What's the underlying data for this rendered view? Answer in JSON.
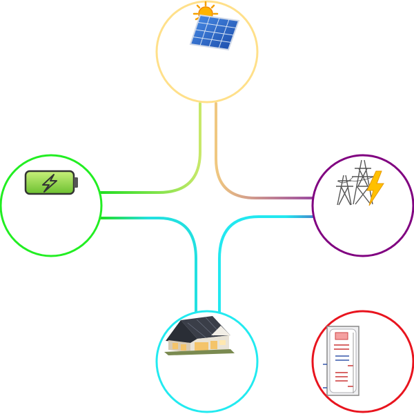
{
  "nodes": {
    "solar": {
      "icon": "solar-panel-icon",
      "ring_color": "#ffe08a"
    },
    "battery": {
      "icon": "battery-charging-icon",
      "ring_color": "#22ee22"
    },
    "grid": {
      "icon": "power-pylon-icon",
      "ring_color": "#800080"
    },
    "house": {
      "icon": "house-icon",
      "ring_color": "#22eaf0"
    },
    "water_heater": {
      "icon": "hot-water-tank-icon",
      "ring_color": "#e8141e"
    }
  },
  "flows": [
    {
      "from": "solar",
      "to": "battery",
      "colors": [
        "#c8e86a",
        "#22dd22"
      ]
    },
    {
      "from": "solar",
      "to": "house",
      "colors": [
        "#b0e6a8",
        "#6ee6cc"
      ]
    },
    {
      "from": "solar",
      "to": "grid",
      "colors": [
        "#f0c880",
        "#9a4aa0"
      ]
    },
    {
      "from": "battery",
      "to": "grid",
      "colors": [
        "#22aa22",
        "#7a2080"
      ]
    },
    {
      "from": "battery",
      "to": "house",
      "colors": [
        "#22dd22",
        "#22e0e0"
      ]
    },
    {
      "from": "grid",
      "to": "house",
      "colors": [
        "#4488cc",
        "#22e8f0"
      ]
    },
    {
      "from": "house",
      "to": "water_heater",
      "colors": [
        "#44bbbb",
        "#dd2222"
      ]
    }
  ]
}
